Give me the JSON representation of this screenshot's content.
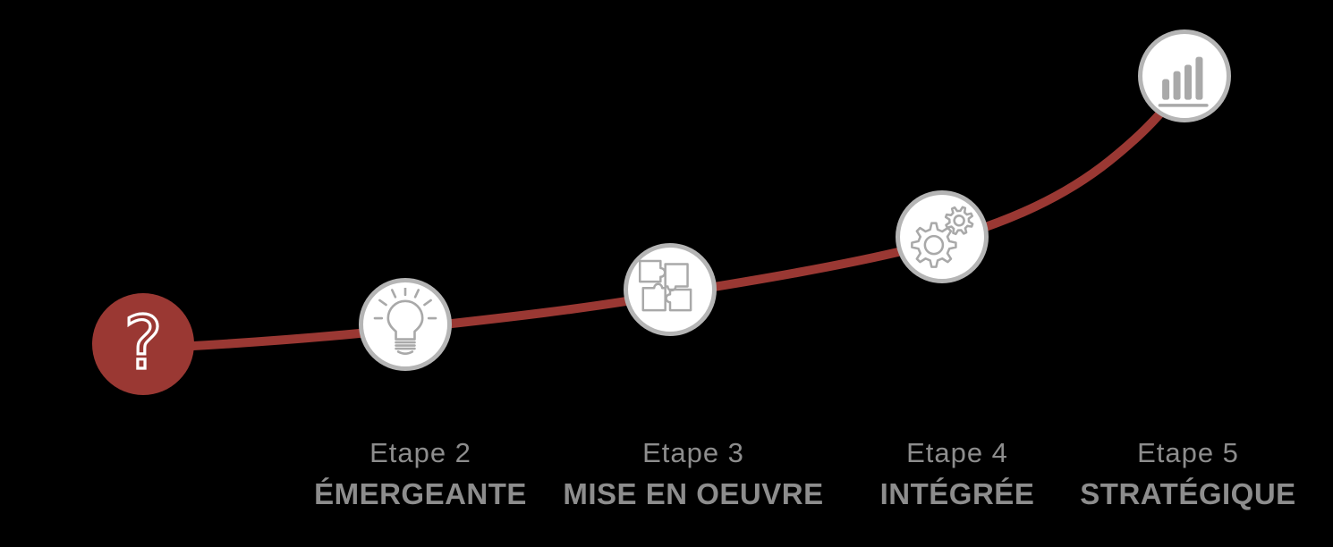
{
  "colors": {
    "accent_red": "#9a3833",
    "circle_border": "#b5b5b5",
    "icon_gray": "#a9a9a9",
    "text_gray": "#8d8d8d",
    "bg": "#000000"
  },
  "diagram": {
    "type": "maturity-curve",
    "curve_color": "#9a3833"
  },
  "stages": [
    {
      "id": 1,
      "icon": "question-mark-icon",
      "glyph": "?",
      "title": "",
      "subtitle": ""
    },
    {
      "id": 2,
      "icon": "lightbulb-icon",
      "title": "Etape 2",
      "subtitle": "ÉMERGEANTE"
    },
    {
      "id": 3,
      "icon": "puzzle-icon",
      "title": "Etape 3",
      "subtitle": "MISE EN OEUVRE"
    },
    {
      "id": 4,
      "icon": "gears-icon",
      "title": "Etape 4",
      "subtitle": "INTÉGRÉE"
    },
    {
      "id": 5,
      "icon": "bar-chart-icon",
      "title": "Etape 5",
      "subtitle": "STRATÉGIQUE"
    }
  ]
}
